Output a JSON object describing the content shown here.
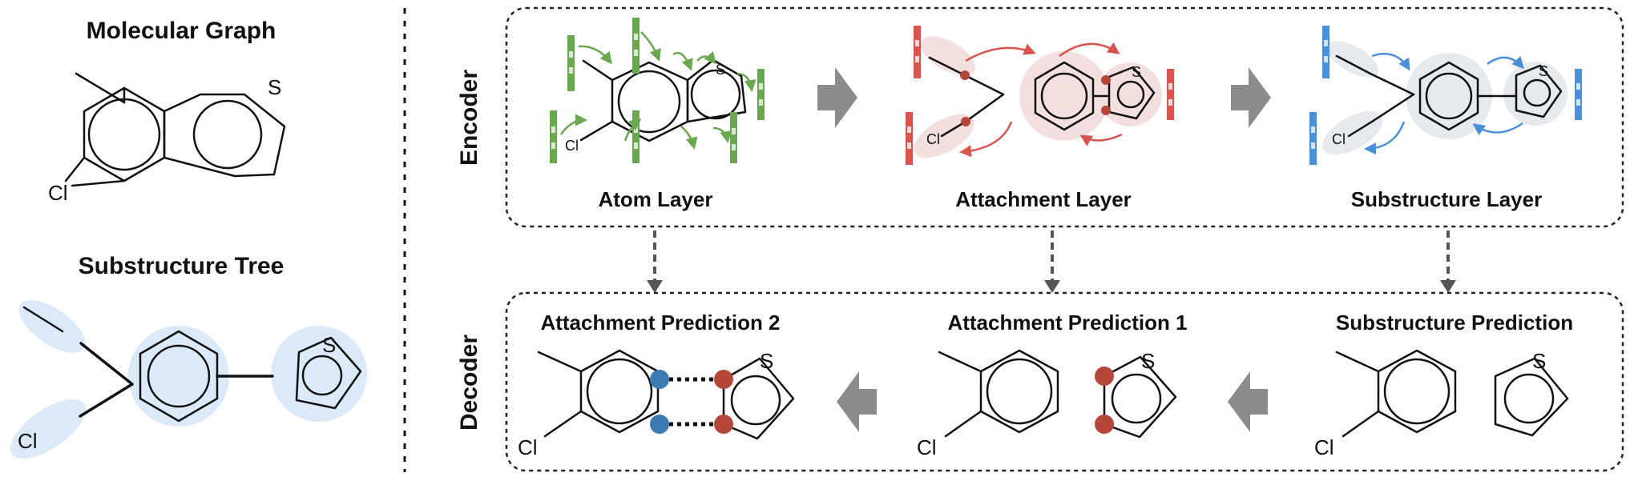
{
  "left_panel": {
    "molecular_graph_title": "Molecular Graph",
    "substructure_tree_title": "Substructure Tree",
    "atom_s": "S",
    "atom_cl": "Cl"
  },
  "encoder": {
    "side_label": "Encoder",
    "layers": [
      {
        "label": "Atom Layer"
      },
      {
        "label": "Attachment Layer"
      },
      {
        "label": "Substructure Layer"
      }
    ]
  },
  "decoder": {
    "side_label": "Decoder",
    "steps": [
      {
        "label": "Attachment Prediction 2"
      },
      {
        "label": "Attachment Prediction 1"
      },
      {
        "label": "Substructure Prediction"
      }
    ]
  },
  "colors": {
    "atom_layer": "#6aa84f",
    "attachment_layer": "#d9534f",
    "substructure_layer": "#4a90d9",
    "substructure_tint": "#dce9f8",
    "attachment_tint": "#f3e0de",
    "blue_node": "#3d7ab3",
    "red_node": "#b5473a",
    "block_arrow": "#8c8c8c"
  }
}
